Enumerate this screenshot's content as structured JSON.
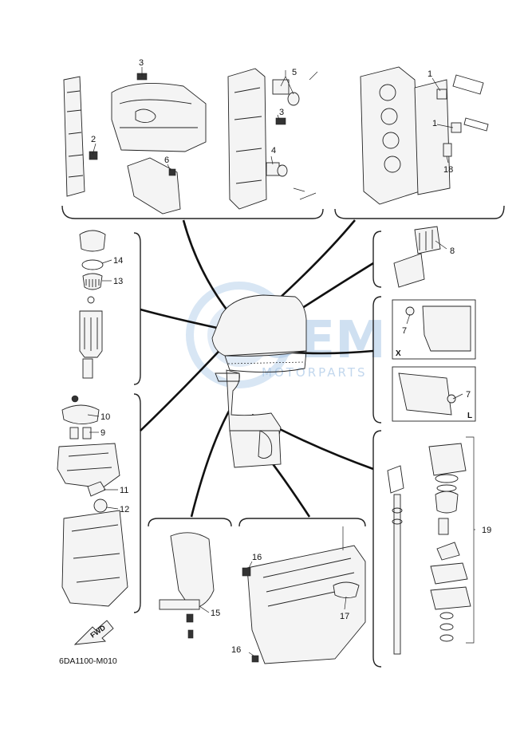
{
  "diagram_code": "6DA1100-M010",
  "watermark": {
    "main": "OEM",
    "sub": "MOTORPARTS"
  },
  "fwd_label": "FWD",
  "view_tags": {
    "x": "X",
    "l": "L"
  },
  "callouts": {
    "c1a": "1",
    "c1b": "1",
    "c2": "2",
    "c3a": "3",
    "c3b": "3",
    "c4": "4",
    "c5": "5",
    "c6": "6",
    "c7a": "7",
    "c7b": "7",
    "c8": "8",
    "c9": "9",
    "c10": "10",
    "c11": "11",
    "c12": "12",
    "c13": "13",
    "c14": "14",
    "c15": "15",
    "c16a": "16",
    "c16b": "16",
    "c17": "17",
    "c18": "18",
    "c19": "19"
  },
  "colors": {
    "watermark": "#a9c7e6",
    "line": "#111111"
  }
}
